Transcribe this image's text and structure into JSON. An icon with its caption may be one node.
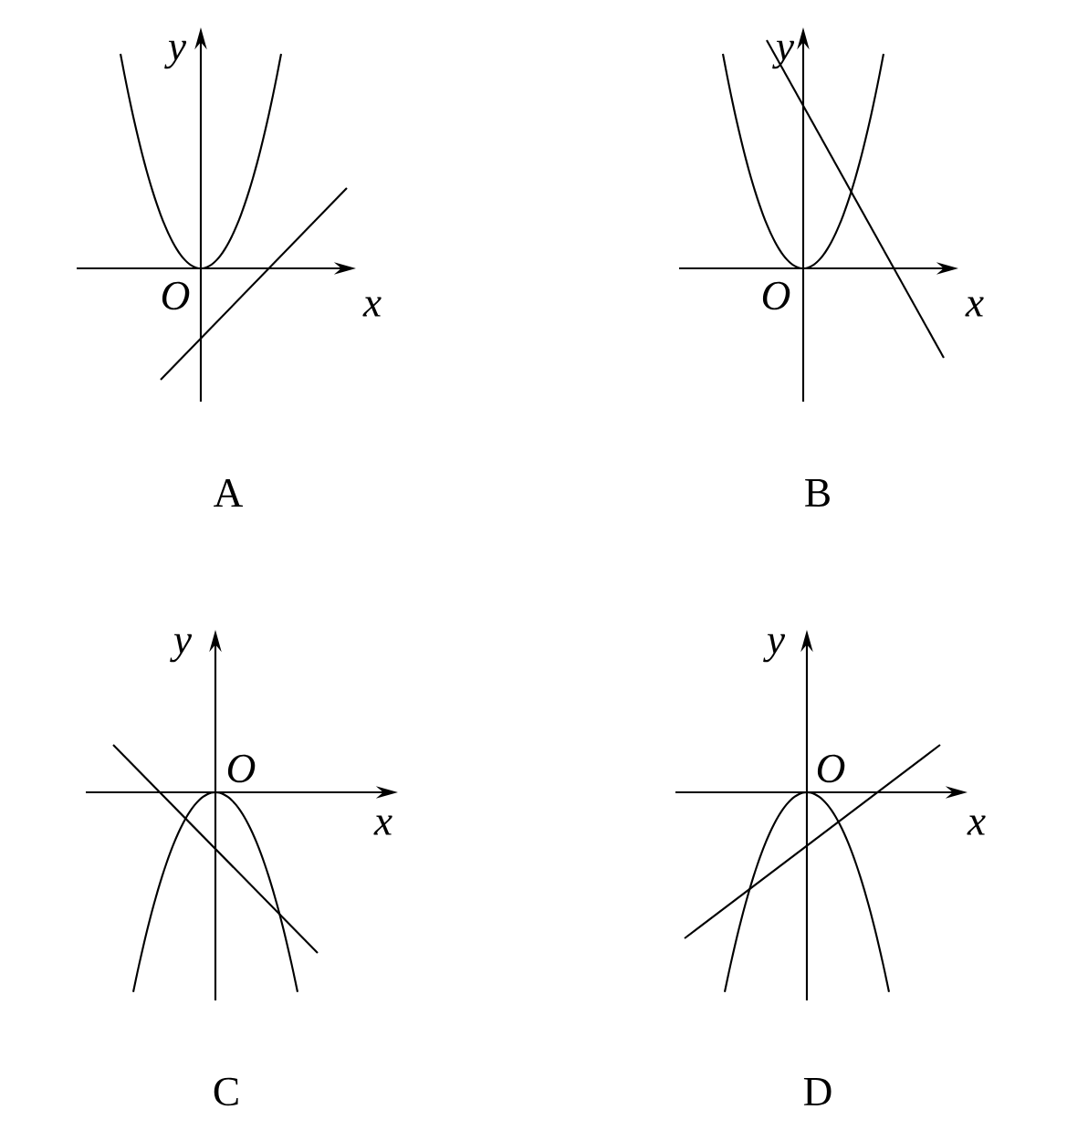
{
  "diagram": {
    "labels": [
      "y",
      "O",
      "x",
      "y",
      "O",
      "x",
      "A",
      "B",
      "y",
      "O",
      "x",
      "y",
      "O",
      "x",
      "C",
      "D"
    ]
  }
}
